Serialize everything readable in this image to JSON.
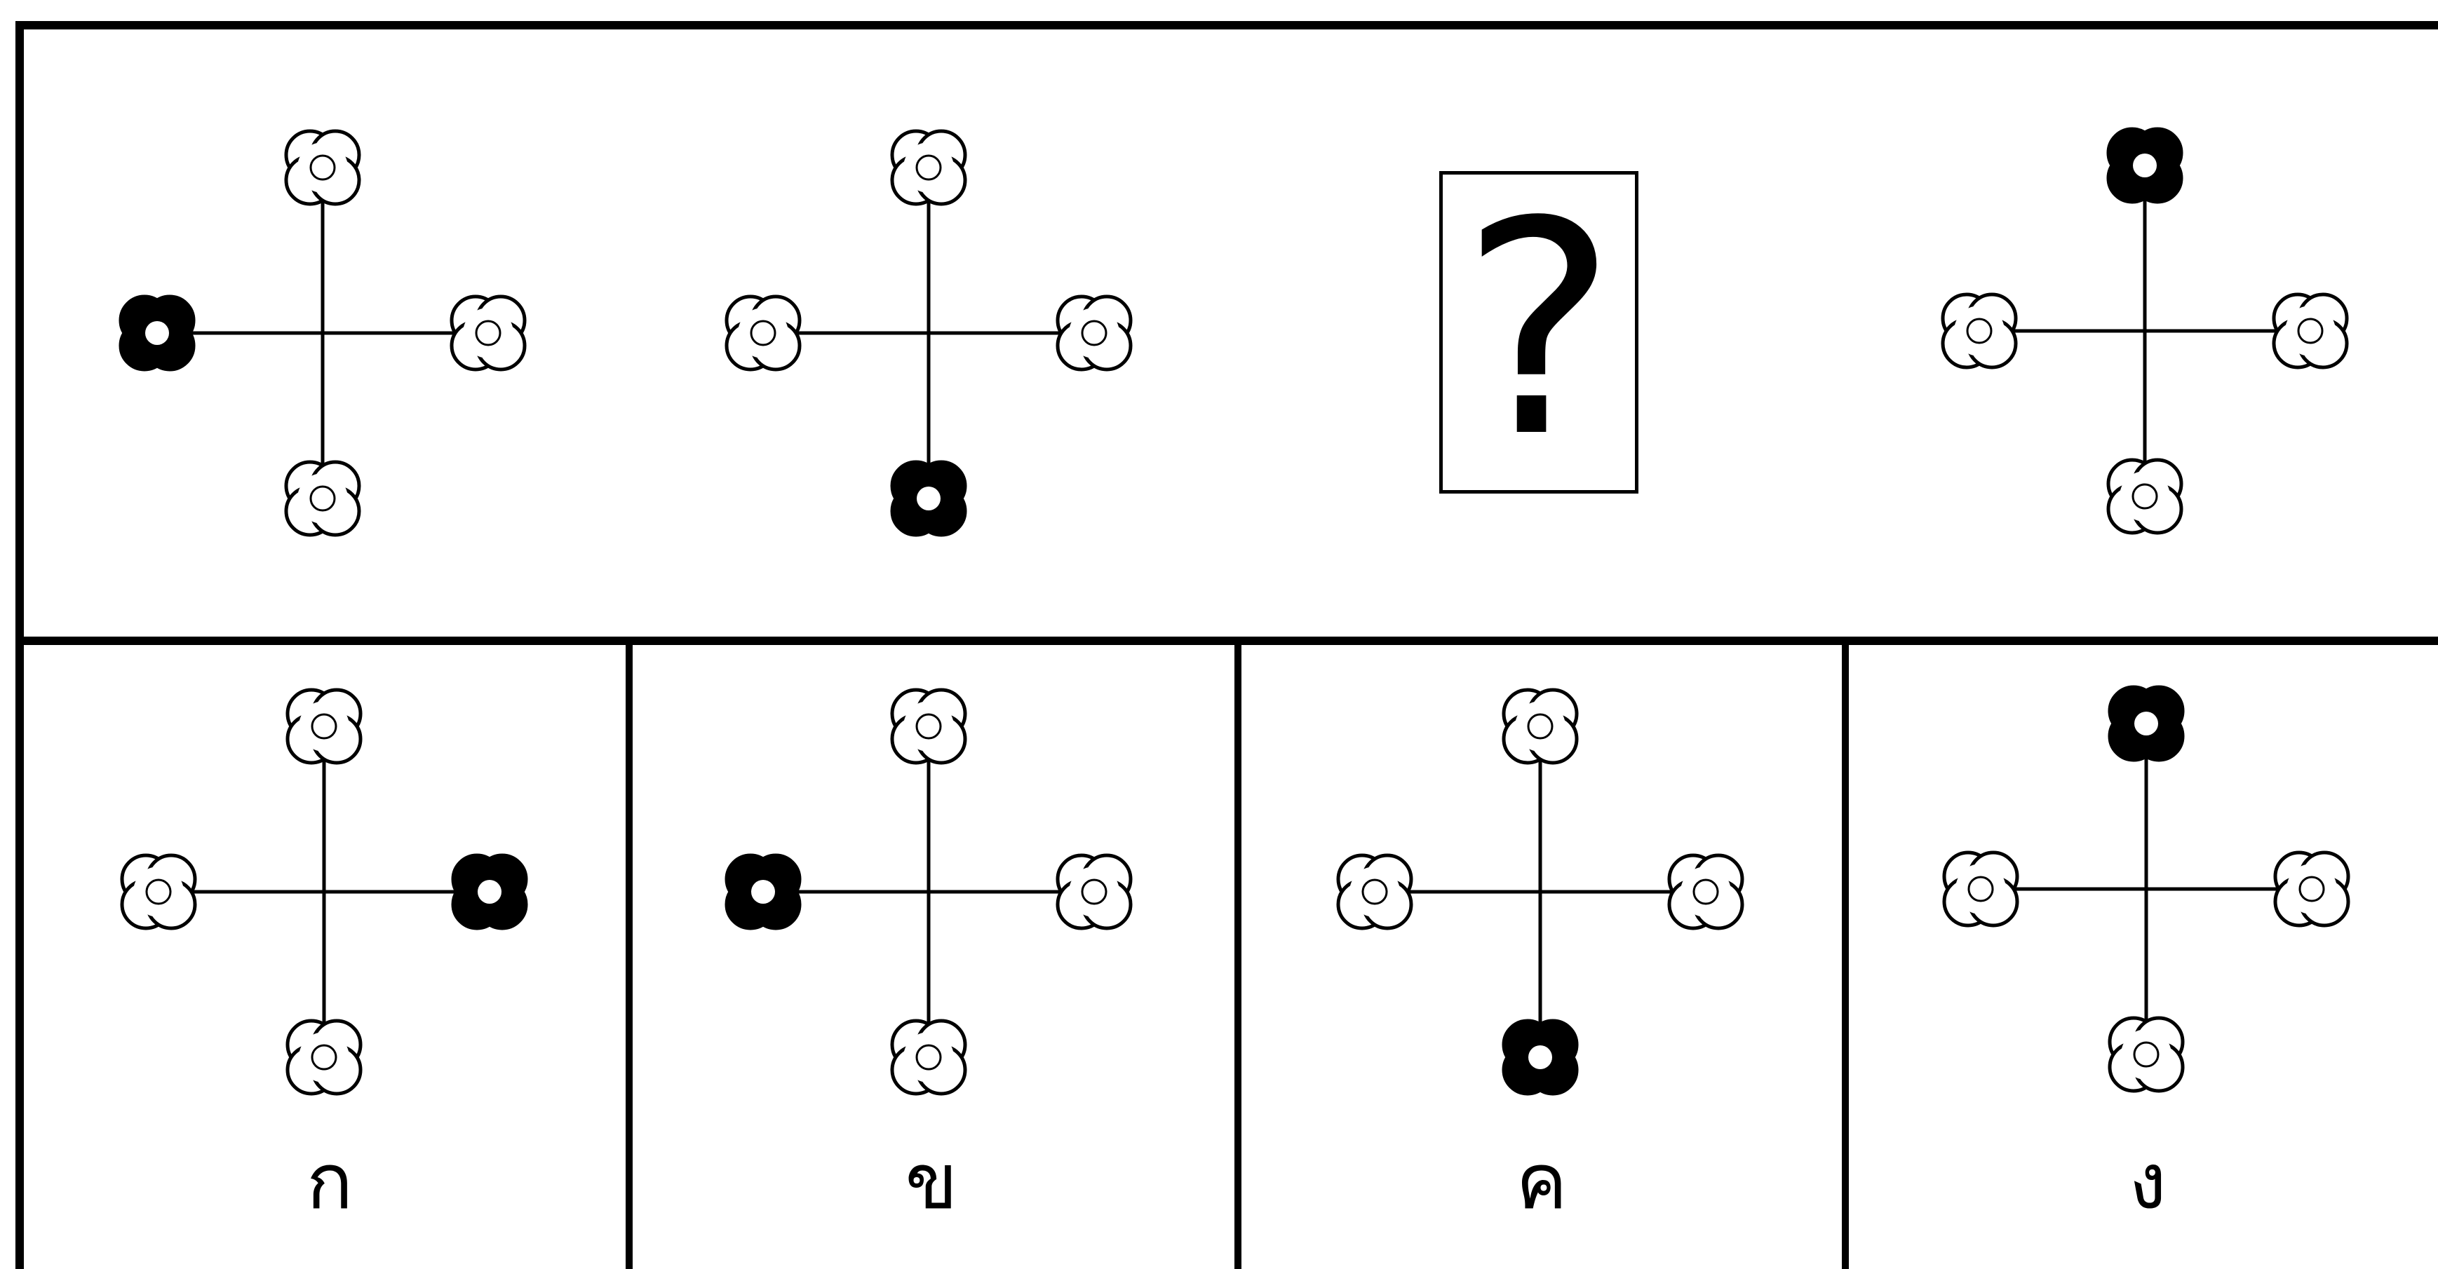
{
  "puzzle": {
    "sequence": [
      {
        "filled_position": "left"
      },
      {
        "filled_position": "bottom"
      },
      {
        "is_missing": true,
        "symbol": "?"
      },
      {
        "filled_position": "top"
      }
    ],
    "options": [
      {
        "label": "ก",
        "filled_position": "right"
      },
      {
        "label": "ข",
        "filled_position": "left"
      },
      {
        "label": "ค",
        "filled_position": "bottom"
      },
      {
        "label": "ง",
        "filled_position": "top"
      }
    ]
  },
  "colors": {
    "ink": "#000000",
    "paper": "#ffffff"
  }
}
